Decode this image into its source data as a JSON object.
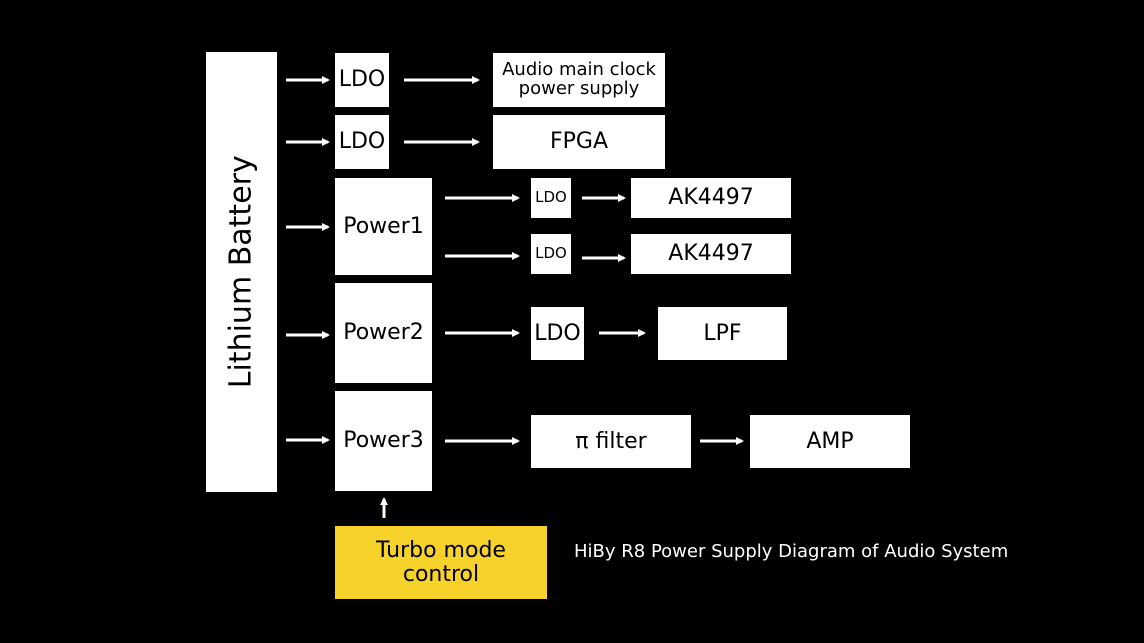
{
  "diagram": {
    "battery": "Lithium Battery",
    "row1": {
      "ldo": "LDO",
      "target_line1": "Audio main clock",
      "target_line2": "power supply"
    },
    "row2": {
      "ldo": "LDO",
      "target": "FPGA"
    },
    "power1": {
      "label": "Power1",
      "ldo_a": "LDO",
      "dac_a": "AK4497",
      "ldo_b": "LDO",
      "dac_b": "AK4497"
    },
    "power2": {
      "label": "Power2",
      "ldo": "LDO",
      "target": "LPF"
    },
    "power3": {
      "label": "Power3",
      "filter": "π filter",
      "target": "AMP"
    },
    "turbo": {
      "line1": "Turbo mode",
      "line2": "control"
    },
    "caption": "HiBy R8 Power Supply Diagram of Audio System",
    "colors": {
      "background": "#000000",
      "box": "#ffffff",
      "turbo": "#f6d22a"
    }
  }
}
